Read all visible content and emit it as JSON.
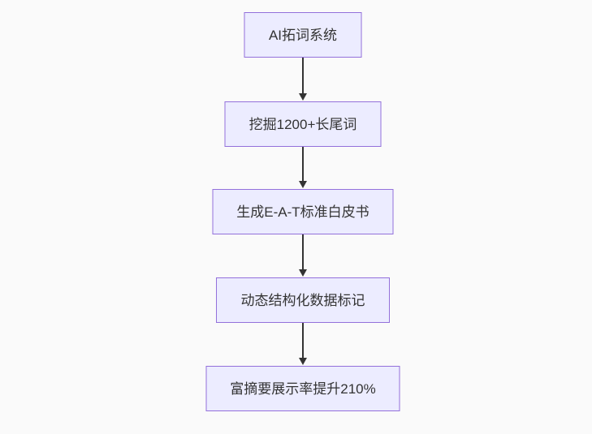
{
  "diagram": {
    "type": "flowchart",
    "direction": "top-down",
    "colors": {
      "background": "#FAFAFA",
      "node_fill": "#ECECFF",
      "node_border": "#9370DB",
      "node_text": "#333333",
      "arrow": "#333333"
    },
    "nodes": [
      {
        "id": "node-1",
        "label": "AI拓词系统"
      },
      {
        "id": "node-2",
        "label": "挖掘1200+长尾词"
      },
      {
        "id": "node-3",
        "label": "生成E-A-T标准白皮书"
      },
      {
        "id": "node-4",
        "label": "动态结构化数据标记"
      },
      {
        "id": "node-5",
        "label": "富摘要展示率提升210%"
      }
    ],
    "edges": [
      {
        "from": "node-1",
        "to": "node-2"
      },
      {
        "from": "node-2",
        "to": "node-3"
      },
      {
        "from": "node-3",
        "to": "node-4"
      },
      {
        "from": "node-4",
        "to": "node-5"
      }
    ]
  }
}
